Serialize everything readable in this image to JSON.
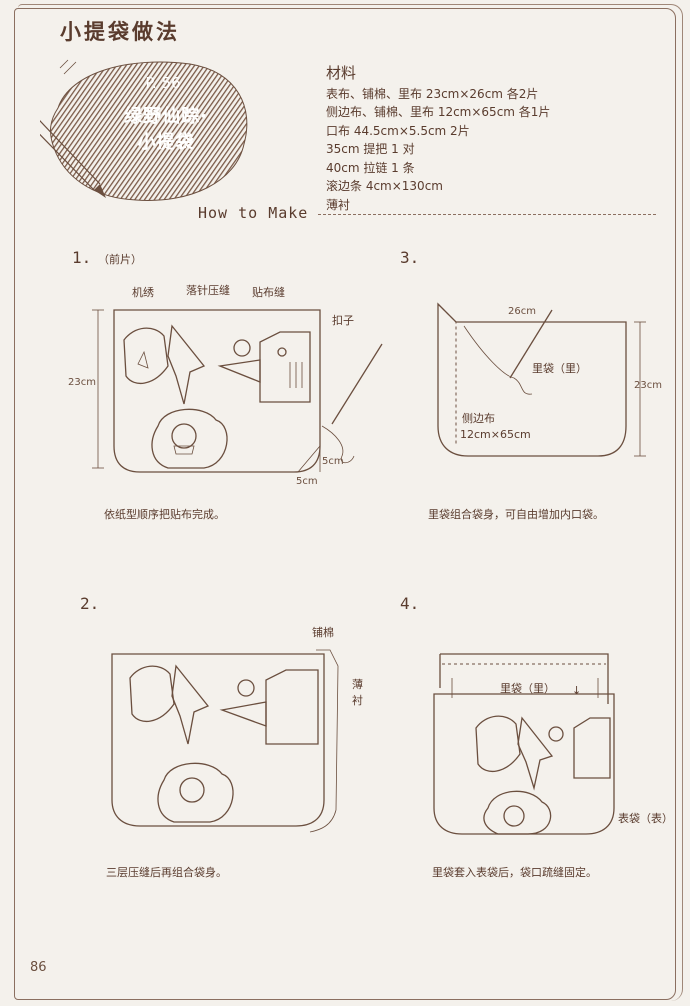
{
  "header": {
    "title": "小提袋做法"
  },
  "badge": {
    "page_ref": "P. 56",
    "title_line1": "绿野仙踪·",
    "title_line2": "小提袋"
  },
  "materials": {
    "heading": "材料",
    "items": [
      "表布、铺棉、里布 23cm×26cm 各2片",
      "侧边布、铺棉、里布 12cm×65cm 各1片",
      "口布 44.5cm×5.5cm 2片",
      "35cm 提把 1 对",
      "40cm 拉链 1 条",
      "滚边条 4cm×130cm",
      "薄衬"
    ]
  },
  "how_to": "How to Make",
  "steps": [
    {
      "num": "1.",
      "sub": "（前片）",
      "caption": "依纸型顺序把贴布完成。",
      "labels": {
        "machine": "机绣",
        "needle": "落针压缝",
        "applique": "贴布缝",
        "button": "扣子"
      },
      "dims": {
        "height": "23cm",
        "corner_v": "5cm",
        "corner_h": "5cm"
      }
    },
    {
      "num": "3.",
      "caption": "里袋组合袋身，可自由增加内口袋。",
      "labels": {
        "lining": "里袋（里）",
        "side": "侧边布",
        "side_size": "12cm×65cm"
      },
      "dims": {
        "width": "26cm",
        "height": "23cm"
      }
    },
    {
      "num": "2.",
      "caption": "三层压缝后再组合袋身。",
      "labels": {
        "batting": "铺棉",
        "interfacing_1": "薄",
        "interfacing_2": "衬"
      }
    },
    {
      "num": "4.",
      "caption": "里袋套入表袋后，袋口疏缝固定。",
      "labels": {
        "lining": "里袋（里）",
        "arrow": "↓",
        "outer": "表袋（表）"
      }
    }
  ],
  "page_number": "86"
}
